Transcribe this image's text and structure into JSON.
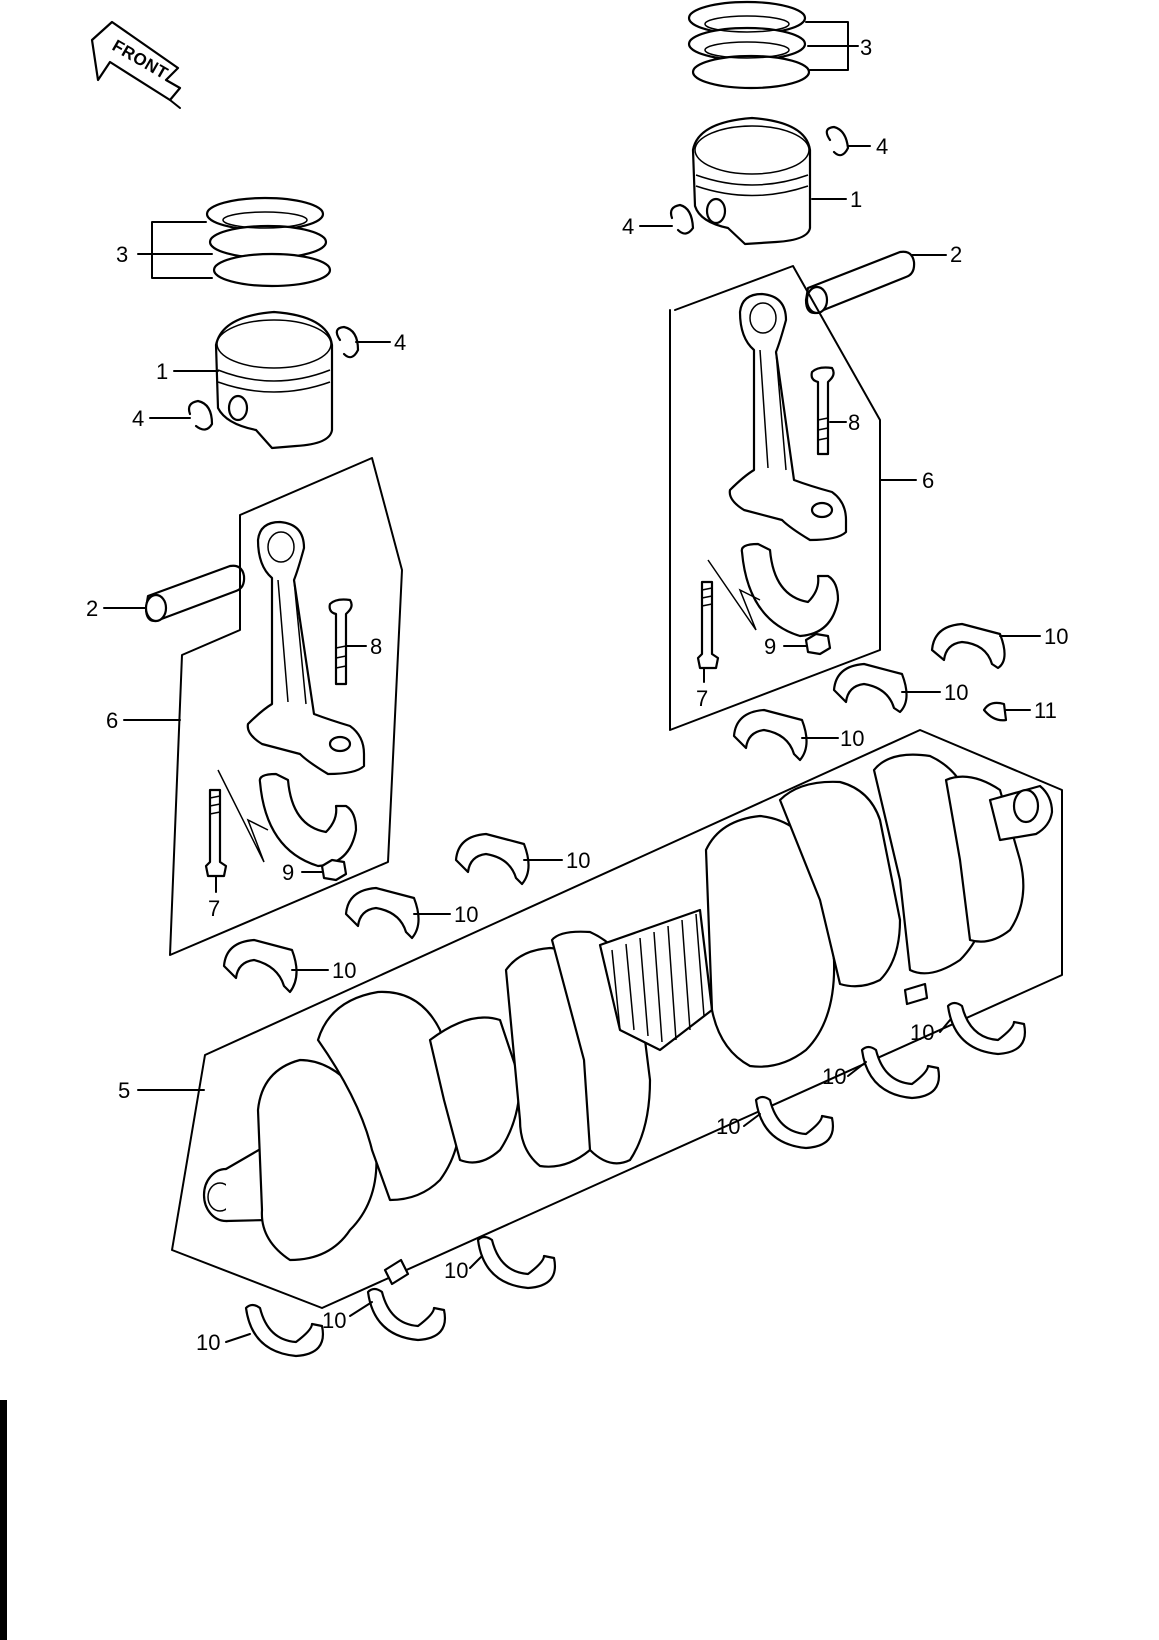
{
  "front_arrow": {
    "text": "FRONT"
  },
  "labels": {
    "l1": "1",
    "l2": "2",
    "l3": "3",
    "l4": "4",
    "l5": "5",
    "l6": "6",
    "l7": "7",
    "l8": "8",
    "l9": "9",
    "l10": "10",
    "l11": "11"
  },
  "colors": {
    "ink": "#000000",
    "paper": "#ffffff"
  }
}
